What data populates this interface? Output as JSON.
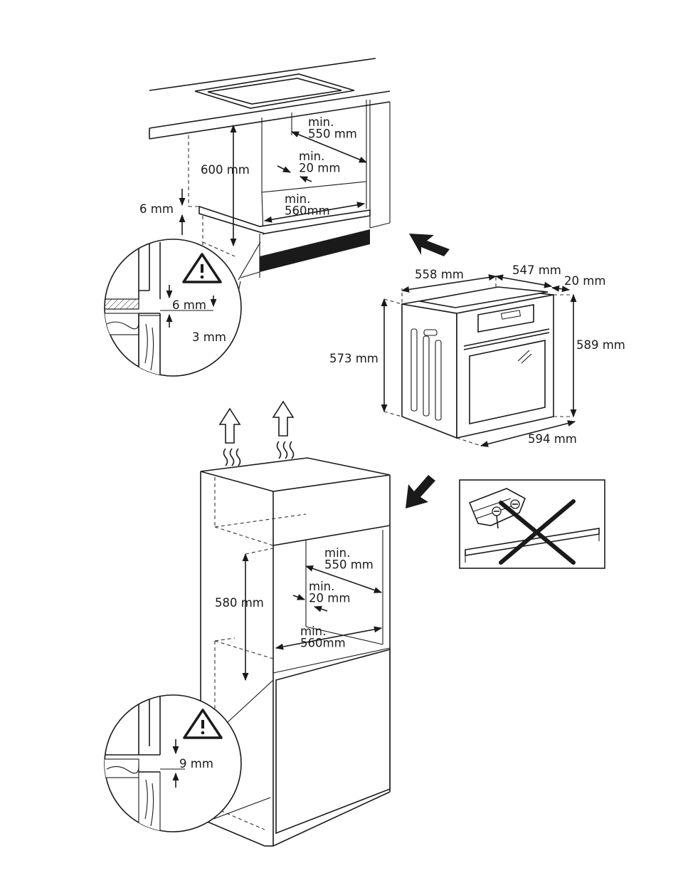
{
  "top_installation": {
    "height_label": "600 mm",
    "depth_label": "min.\n550 mm",
    "gap_label": "min.\n20 mm",
    "width_label": "min.\n560mm",
    "shelf_gap_label": "6 mm"
  },
  "top_detail": {
    "gap_a_label": "6 mm",
    "gap_b_label": "3 mm",
    "icon": "warning-icon"
  },
  "oven": {
    "depth_label": "558 mm",
    "side_label": "547 mm",
    "front_label": "20 mm",
    "height_label": "573 mm",
    "front_height_label": "589 mm",
    "width_label": "594 mm"
  },
  "column_installation": {
    "height_label": "580 mm",
    "depth_label": "min.\n550 mm",
    "gap_label": "min.\n20 mm",
    "width_label": "min.\n560mm"
  },
  "bottom_detail": {
    "gap_label": "9 mm",
    "icon": "warning-icon"
  },
  "prohibited_panel": {
    "icon": "cross-icon"
  }
}
